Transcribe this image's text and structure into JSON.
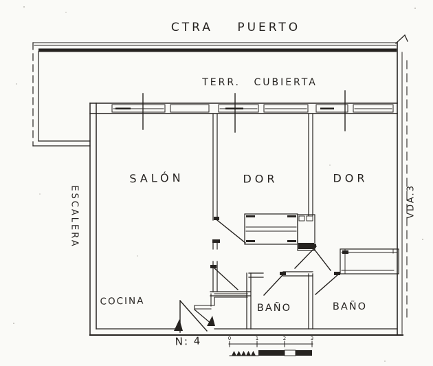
{
  "theme": {
    "ink": "#262320",
    "paper": "#fafaf7"
  },
  "plan": {
    "street_top": "CTRA PUERTO",
    "terrace": "TERR. CUBIERTA",
    "living_room": "SALÓN",
    "bedroom_left": "DOR",
    "bedroom_right": "DOR",
    "kitchen": "COCINA",
    "bathroom_left": "BAÑO",
    "bathroom_right": "BAÑO",
    "staircase": "ESCALERA",
    "street_right": "VDA.3",
    "door_number": "N: 4",
    "scale": {
      "ticks": [
        "0",
        "1",
        "2",
        "3"
      ]
    }
  }
}
